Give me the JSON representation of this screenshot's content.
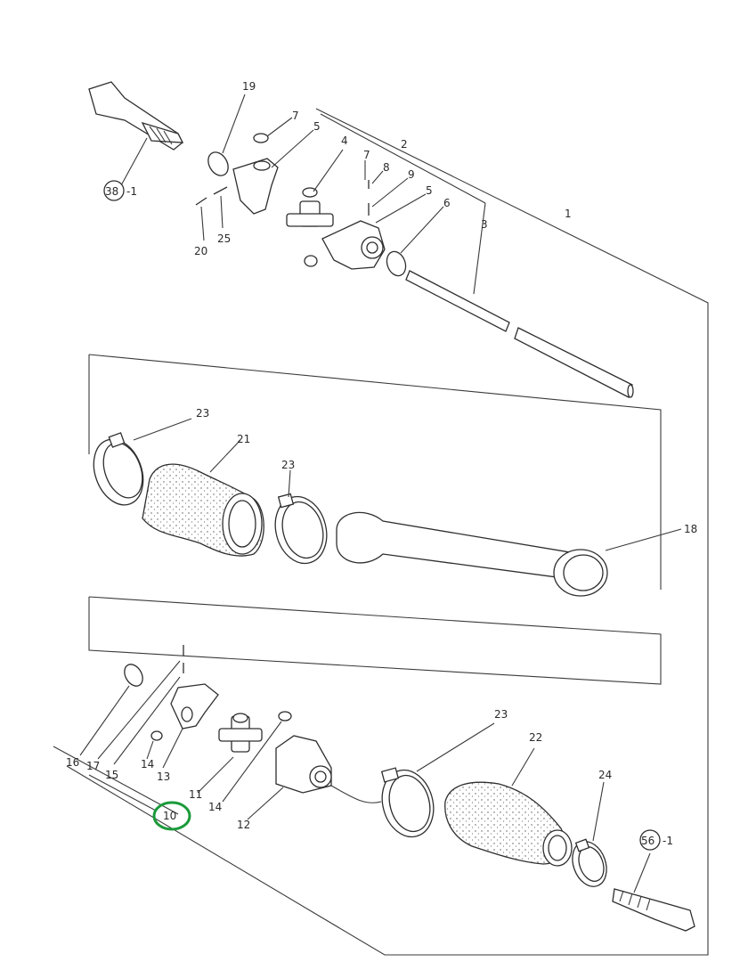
{
  "diagram": {
    "colors": {
      "line": "#3a3a3a",
      "highlight": "#1a9a3a",
      "background": "#ffffff"
    },
    "labels": {
      "l1": "1",
      "l2": "2",
      "l3": "3",
      "l4": "4",
      "l5a": "5",
      "l5b": "5",
      "l6": "6",
      "l7a": "7",
      "l7b": "7",
      "l8": "8",
      "l9": "9",
      "l10": "10",
      "l11": "11",
      "l12": "12",
      "l13": "13",
      "l14a": "14",
      "l14b": "14",
      "l15": "15",
      "l16": "16",
      "l17": "17",
      "l18": "18",
      "l19": "19",
      "l20": "20",
      "l21": "21",
      "l22": "22",
      "l23a": "23",
      "l23b": "23",
      "l23c": "23",
      "l24": "24",
      "l25": "25",
      "ref38": "38",
      "ref38s": "-1",
      "ref56": "56",
      "ref56s": "-1"
    },
    "highlighted_callout": "10"
  }
}
